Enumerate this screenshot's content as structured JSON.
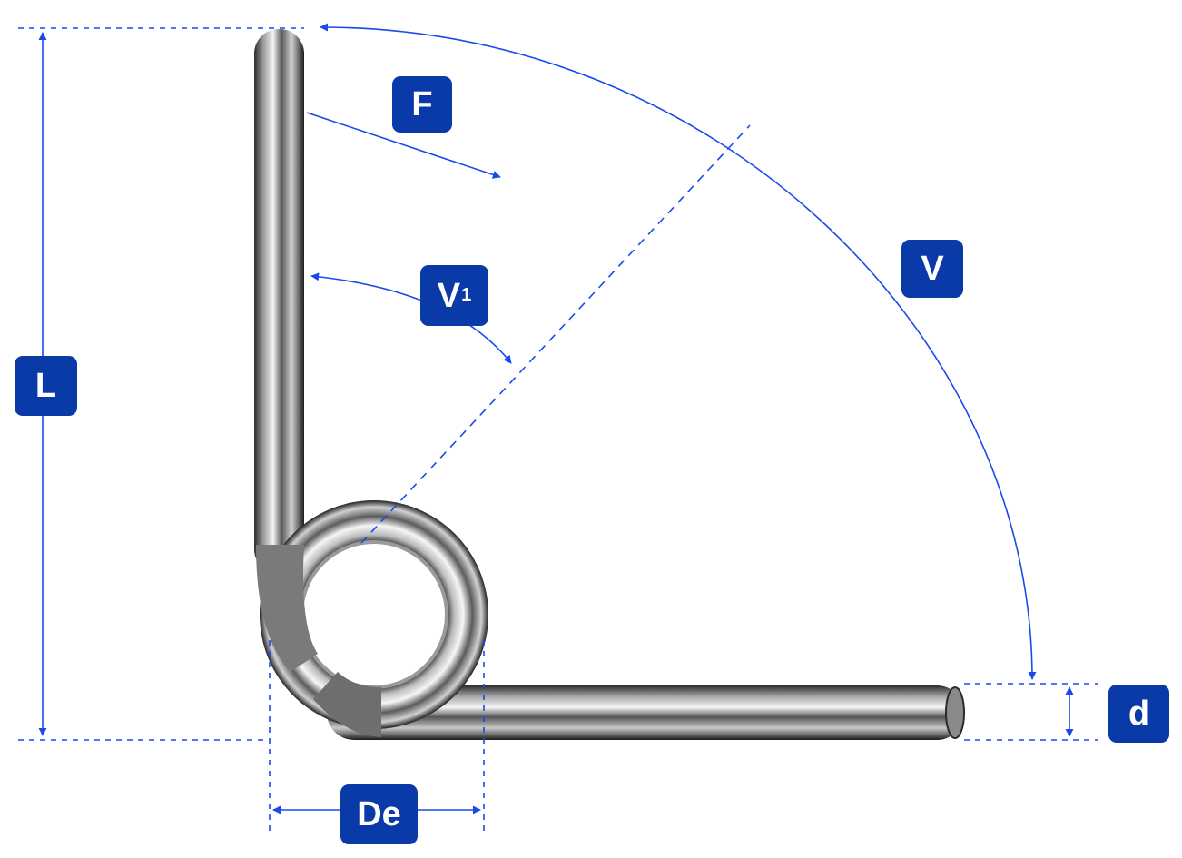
{
  "colors": {
    "accent": "#1a49ee",
    "badge": "#0a3aa8",
    "badge_text": "#ffffff"
  },
  "labels": {
    "length": "L",
    "force": "F",
    "angle_leg": "V",
    "angle_leg_subscript": "1",
    "angle_total": "V",
    "wire_diameter": "d",
    "outer_diameter": "De"
  }
}
